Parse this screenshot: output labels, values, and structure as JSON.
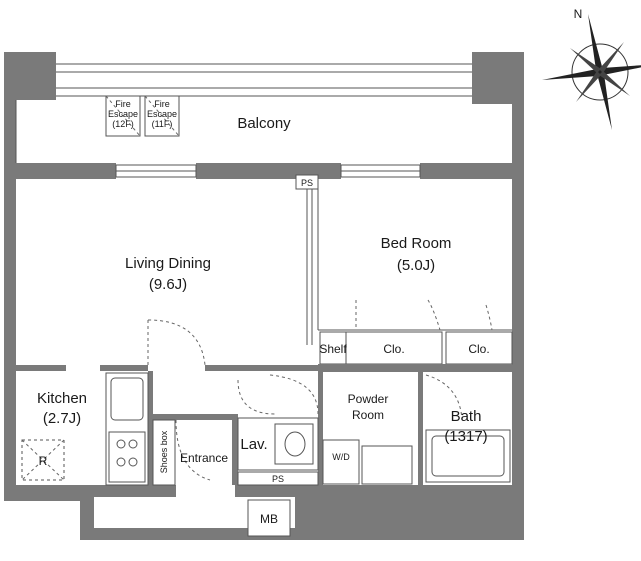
{
  "labels": {
    "balcony": "Balcony",
    "fire_escape_word": "Fire",
    "escape_word": "Escape",
    "fire_escape_1": "(12F)",
    "fire_escape_2": "(11F)",
    "ps_top": "PS",
    "living": "Living Dining",
    "living_size": "(9.6J)",
    "bedroom": "Bed Room",
    "bedroom_size": "(5.0J)",
    "shelf": "Shelf",
    "clo1": "Clo.",
    "clo2": "Clo.",
    "kitchen": "Kitchen",
    "kitchen_size": "(2.7J)",
    "r": "R",
    "shoes_box": "Shoes box",
    "entrance": "Entrance",
    "lav": "Lav.",
    "powder": "Powder",
    "room": "Room",
    "wd": "W/D",
    "bath": "Bath",
    "bath_size": "(1317)",
    "ps_bottom": "PS",
    "mb": "MB",
    "compass_n": "N"
  },
  "colors": {
    "wall": "#7a7a7a",
    "line": "#555555"
  }
}
